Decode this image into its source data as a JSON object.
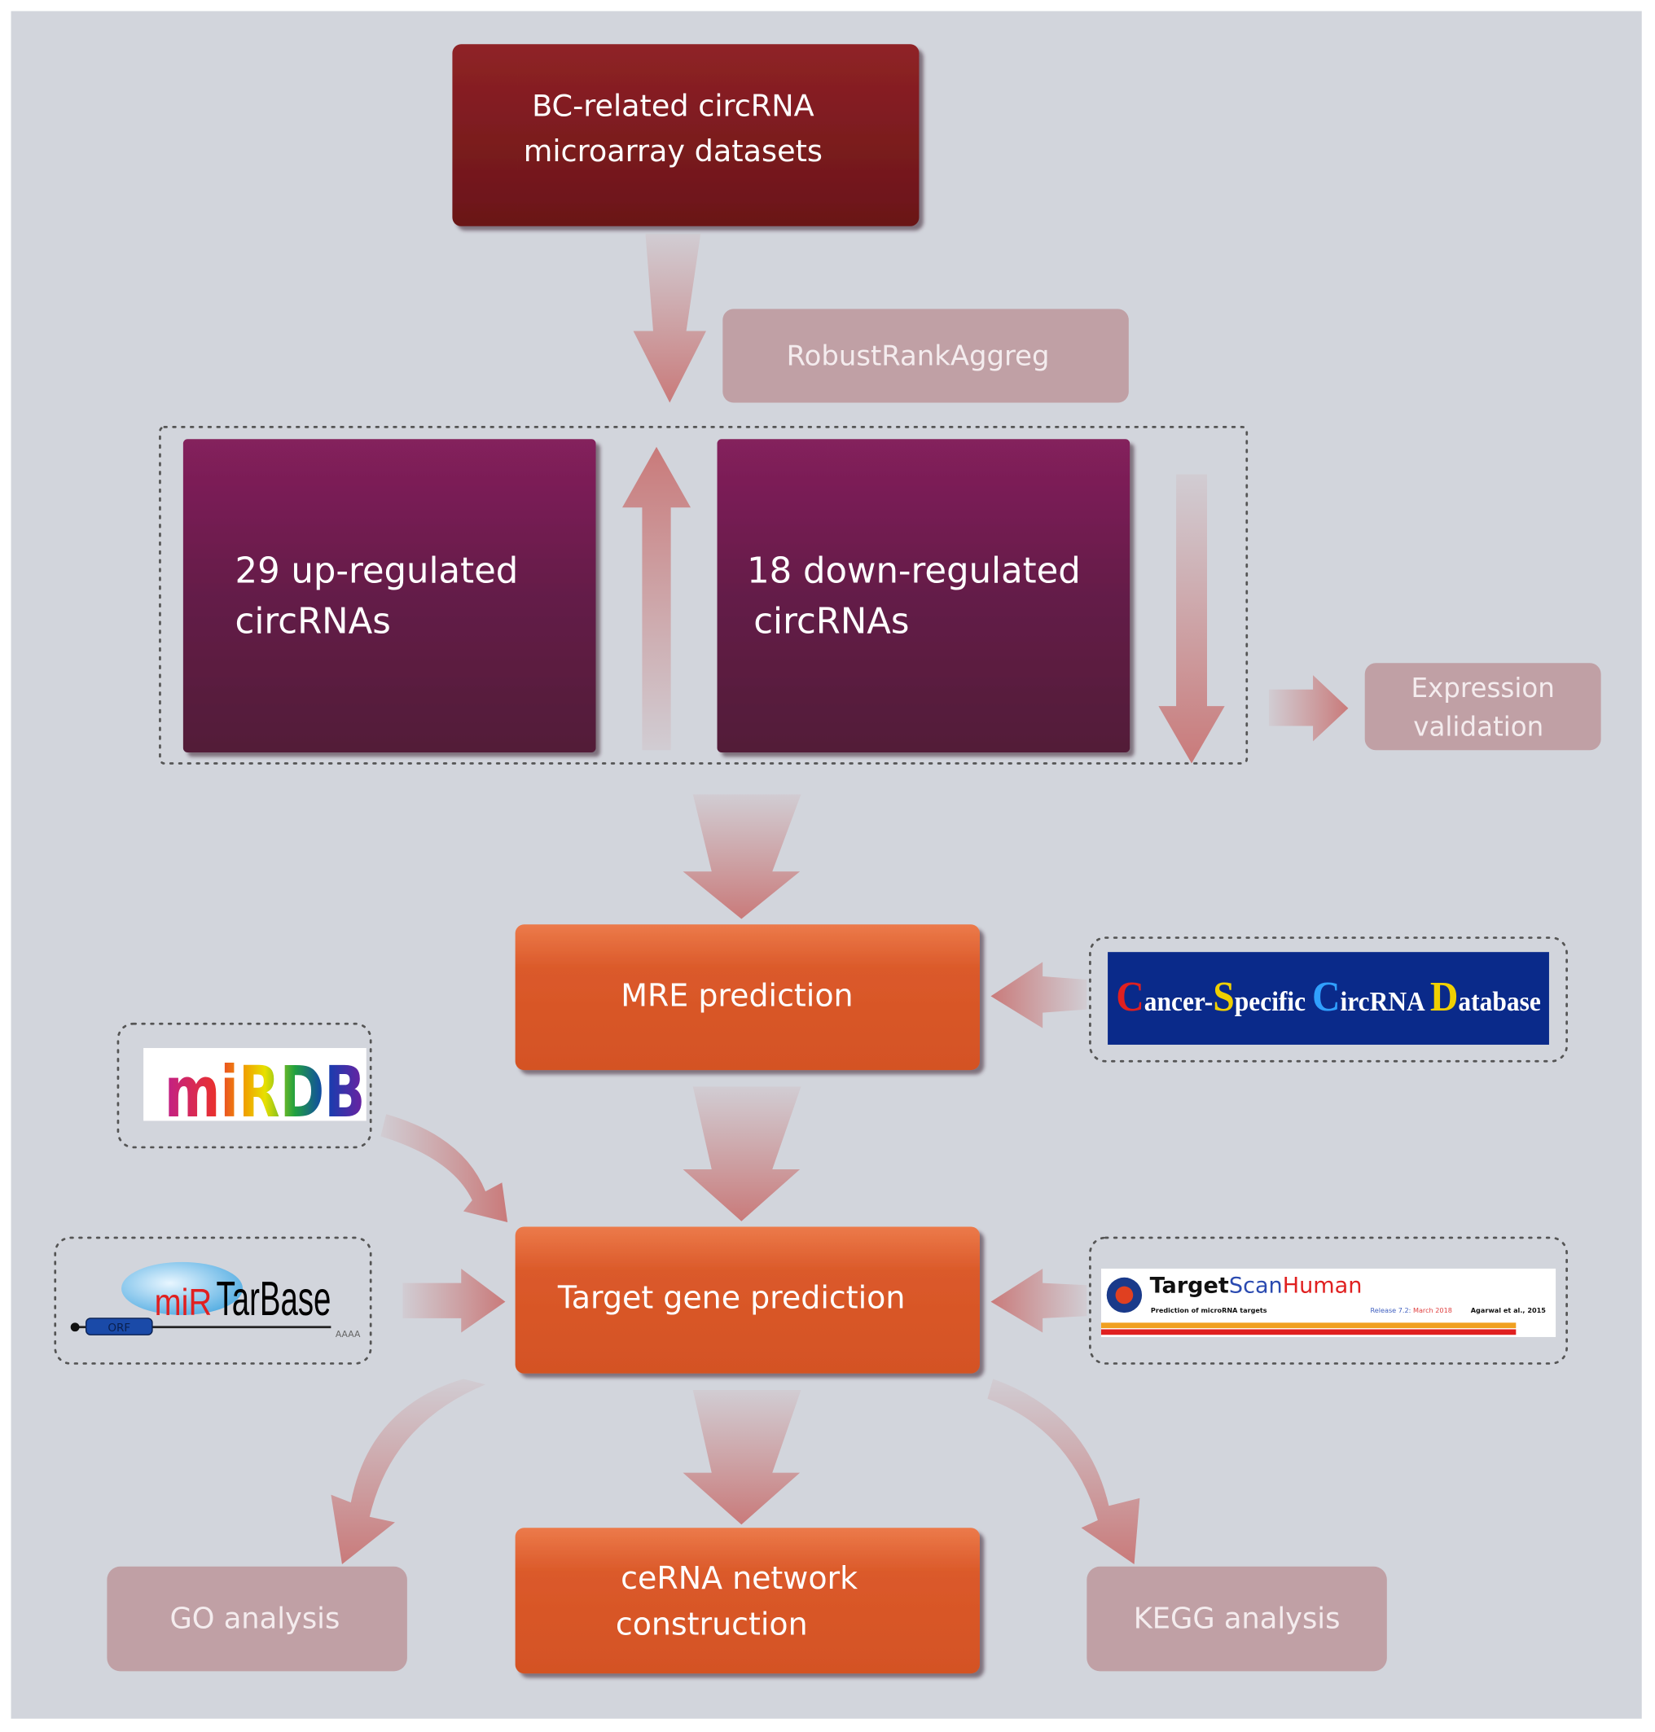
{
  "colors": {
    "background": "#d2d5dc",
    "dataset_box": "#7a1a1e",
    "circrna_box": "#6e1d4d",
    "process_box": "#d9582a",
    "auxiliary_box": "#c0a0a5",
    "arrow": "#c98080"
  },
  "nodes": {
    "datasets": {
      "line1": "BC-related  circRNA",
      "line2": "microarray datasets"
    },
    "method": "RobustRankAggreg",
    "up": {
      "line1": "29 up-regulated",
      "line2": "circRNAs"
    },
    "down": {
      "line1": "18 down-regulated",
      "line2": "circRNAs"
    },
    "validation": {
      "line1": "Expression",
      "line2": "validation"
    },
    "mre": "MRE prediction",
    "target": "Target gene prediction",
    "cerna": {
      "line1": "ceRNA network",
      "line2": "construction"
    },
    "go": "GO analysis",
    "kegg": "KEGG analysis"
  },
  "logos": {
    "cscd": {
      "c1": "C",
      "w1": "ancer-",
      "c2": "S",
      "w2": "pecific ",
      "c3": "C",
      "w3": "ircRNA ",
      "c4": "D",
      "w4": "atabase"
    },
    "mirdb": "miRDB",
    "mirtarbase": {
      "mir": "miR",
      "tarbase": "TarBase",
      "orf": "ORF",
      "polya": "AAAA"
    },
    "targetscan": {
      "target": "Target",
      "scan": "Scan",
      "human": "Human",
      "subtitle": "Prediction of microRNA targets",
      "release": "Release 7.2:",
      "date": "March 2018",
      "citation": "Agarwal et al., 2015"
    }
  }
}
